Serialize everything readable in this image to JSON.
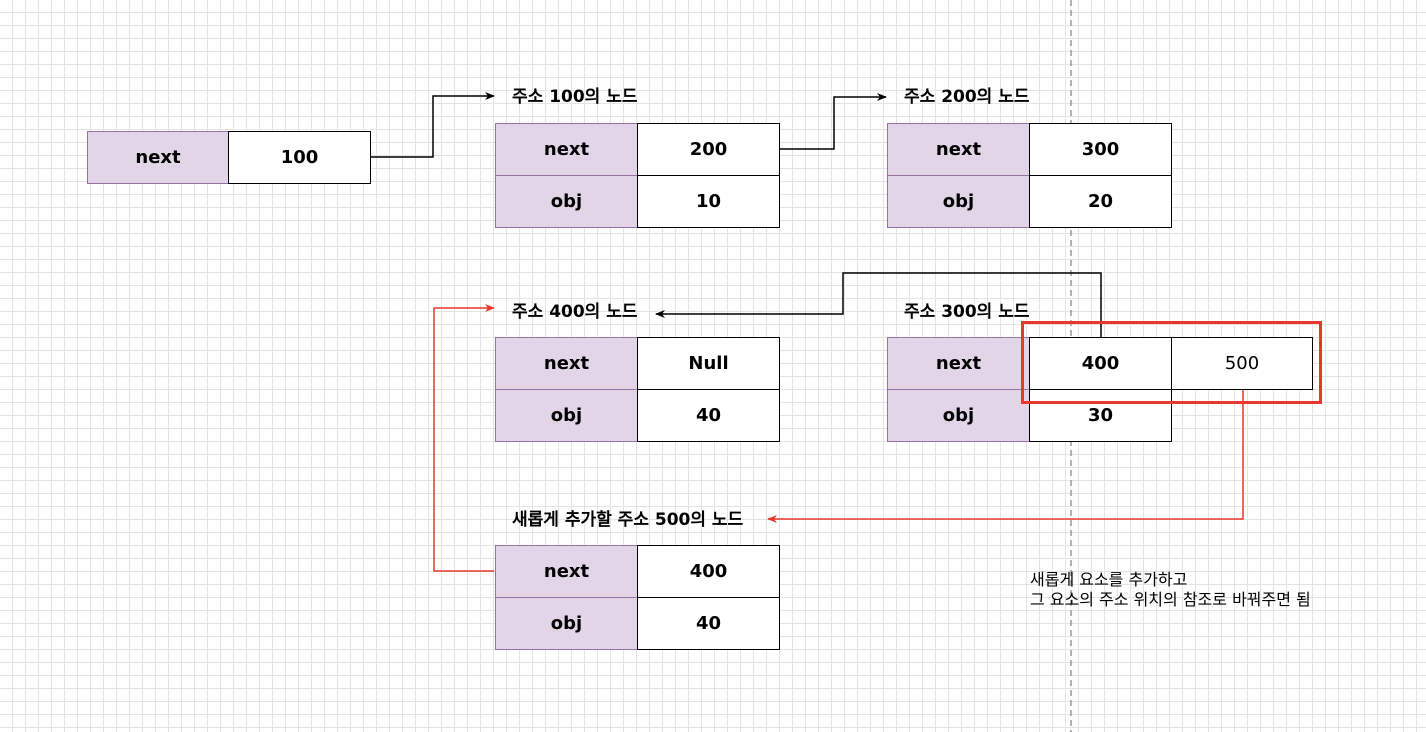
{
  "head": {
    "key": "next",
    "value": "100"
  },
  "nodes": {
    "n100": {
      "title": "주소 100의 노드",
      "rows": [
        {
          "key": "next",
          "value": "200"
        },
        {
          "key": "obj",
          "value": "10"
        }
      ]
    },
    "n200": {
      "title": "주소 200의 노드",
      "rows": [
        {
          "key": "next",
          "value": "300"
        },
        {
          "key": "obj",
          "value": "20"
        }
      ]
    },
    "n400": {
      "title": "주소 400의 노드",
      "rows": [
        {
          "key": "next",
          "value": "Null"
        },
        {
          "key": "obj",
          "value": "40"
        }
      ]
    },
    "n300": {
      "title": "주소 300의 노드",
      "rows": [
        {
          "key": "next",
          "value": "400"
        },
        {
          "key": "obj",
          "value": "30"
        }
      ],
      "new_next": "500"
    },
    "n500": {
      "title": "새롭게 추가할 주소 500의 노드",
      "rows": [
        {
          "key": "next",
          "value": "400"
        },
        {
          "key": "obj",
          "value": "40"
        }
      ]
    }
  },
  "note": {
    "line1": "새롭게 요소를 추가하고",
    "line2": "그 요소의 주소 위치의 참조로 바꿔주면 됨"
  },
  "colors": {
    "key_fill": "#e1d5e7",
    "key_stroke": "#9673a6",
    "highlight": "#e8382d",
    "new_link": "#e8382d",
    "link": "#000000"
  }
}
